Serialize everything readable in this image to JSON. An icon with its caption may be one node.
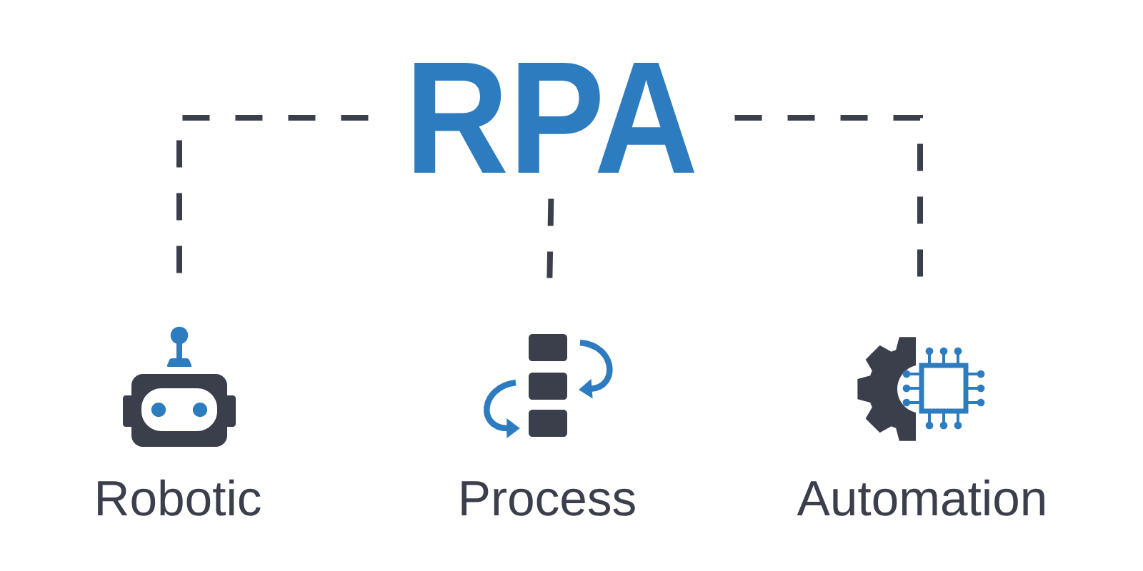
{
  "diagram": {
    "nodes": [
      {
        "text": [
          "RPA"
        ]
      },
      {
        "text": [],
        "shape": "picture",
        "beside": [
          "Robotic"
        ]
      },
      {
        "text": [],
        "shape": "picture",
        "beside": [
          "Process"
        ]
      },
      {
        "text": [],
        "shape": "picture",
        "beside": [
          "Automation"
        ]
      }
    ],
    "edges": [
      {
        "from": 0,
        "to": 1,
        "arrow": "none",
        "style": "dashed"
      },
      {
        "from": 0,
        "to": 2,
        "arrow": "none",
        "style": "dashed"
      },
      {
        "from": 0,
        "to": 3,
        "arrow": "none",
        "style": "dashed"
      }
    ]
  }
}
